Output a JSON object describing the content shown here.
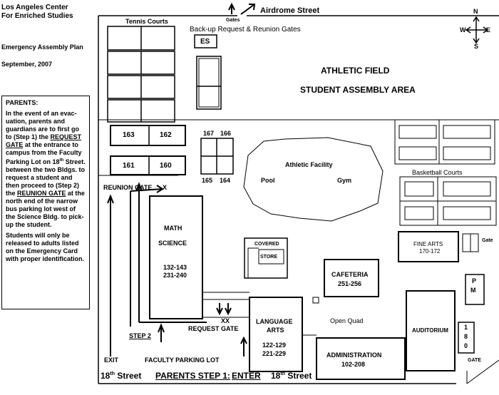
{
  "header": {
    "org_line1": "Los Angeles Center",
    "org_line2": "For Enriched Studies",
    "plan_title": "Emergency Assembly Plan",
    "date": "September, 2007"
  },
  "parents_box": {
    "heading": "PARENTS:",
    "p1_a": "In the event of an evac-uation, parents and guardians are to first go to (Step 1) the",
    "request_gate": "REQUEST GATE",
    "p1_b": "at the entrance to campus from the Faculty Parking Lot on 18",
    "th": "th",
    "p1_c": "Street. between the two Bldgs. to request a student and then proceed to (Step 2) the",
    "reunion_gate": "REUNION GATE",
    "p1_d": "at the north end of the narrow bus parking lot west of the Science Bldg. to pick-up the student.",
    "p2": "Students will only be released to adults listed on the Emergency Card with proper identification."
  },
  "compass": {
    "n": "N",
    "s": "S",
    "e": "E",
    "w": "W"
  },
  "labels": {
    "gates_top": "Gates",
    "airdrome": "Airdrome Street",
    "tennis": "Tennis Courts",
    "backup_gates": "Back-up Request & Reunion Gates",
    "es": "ES",
    "athletic_field": "ATHLETIC FIELD",
    "assembly_area": "STUDENT ASSEMBLY AREA",
    "r163": "163",
    "r162": "162",
    "r161": "161",
    "r160": "160",
    "r167": "167",
    "r166": "166",
    "r165": "165",
    "r164": "164",
    "athletic_facility": "Athletic Facility",
    "pool": "Pool",
    "gym": "Gym",
    "basketball": "Basketball Courts",
    "reunion_gate": "REUNION GATE",
    "x": "X",
    "math": "MATH",
    "science": "SCIENCE",
    "math_rooms1": "132-143",
    "math_rooms2": "231-240",
    "covered": "COVERED",
    "store": "STORE",
    "fine_arts": "FINE ARTS",
    "fine_arts_rooms": "170-172",
    "gate_right": "Gate",
    "cafeteria": "CAFETERIA",
    "cafeteria_rooms": "251-256",
    "pm_p": "P",
    "pm_m": "M",
    "auditorium": "AUDITORIUM",
    "b180_1": "1",
    "b180_8": "8",
    "b180_0": "0",
    "gate_bottom": "GATE",
    "open_quad": "Open Quad",
    "language": "LANGUAGE",
    "arts": "ARTS",
    "lang_rooms1": "122-129",
    "lang_rooms2": "221-229",
    "administration": "ADMINISTRATION",
    "admin_rooms": "102-208",
    "xx": "XX",
    "step2": "STEP 2",
    "request_gate": "REQUEST GATE",
    "exit": "EXIT",
    "faculty_parking": "FACULTY PARKING LOT",
    "street_18": "18",
    "street_th": "th",
    "street_word": "Street",
    "parents_step1": "PARENTS STEP 1:",
    "enter": "ENTER",
    "street2_18": "18",
    "street2_th": "th",
    "street2_word": "Street"
  }
}
